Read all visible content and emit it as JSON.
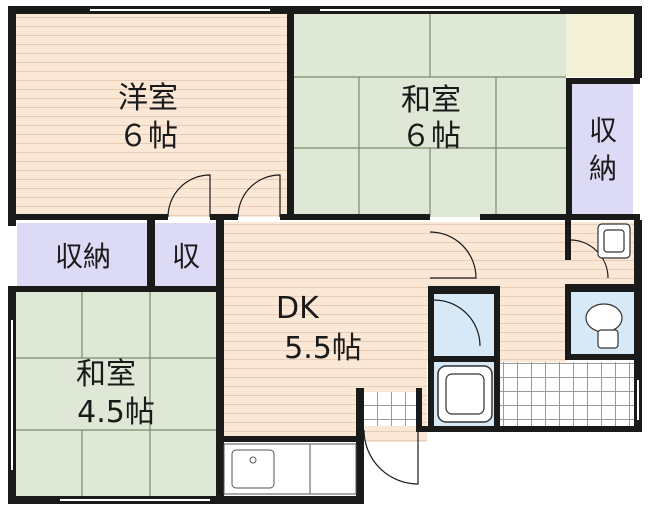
{
  "rooms": {
    "western": {
      "name": "洋室",
      "size": "６帖"
    },
    "japanese_top": {
      "name": "和室",
      "size": "６帖"
    },
    "closet_right": {
      "line1": "収",
      "line2": "納"
    },
    "closet_left": {
      "label": "収納"
    },
    "closet_small": {
      "label": "収"
    },
    "dk": {
      "name": "DK",
      "size": "5.5帖"
    },
    "japanese_bottom": {
      "name": "和室",
      "size": "4.5帖"
    }
  },
  "colors": {
    "wall": "#1a1a1a",
    "wood_floor": "#fbe7d6",
    "wood_line": "#e6c9b0",
    "tatami": "#dfe8d6",
    "tatami_line": "#7a8a6e",
    "tatami_edge": "#f2f0d6",
    "closet": "#dcdaf5",
    "wet": "#d7e8f7",
    "tile": "#ffffff"
  }
}
